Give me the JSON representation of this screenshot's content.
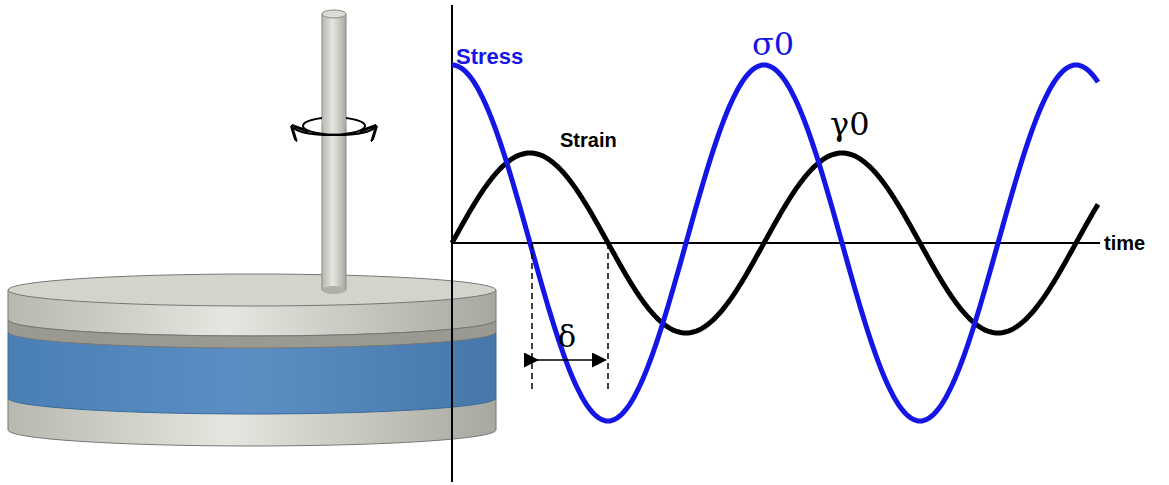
{
  "diagram": {
    "labels": [
      "Stress",
      "σ0",
      "γ0",
      "Strain",
      "δ",
      "time"
    ]
  }
}
